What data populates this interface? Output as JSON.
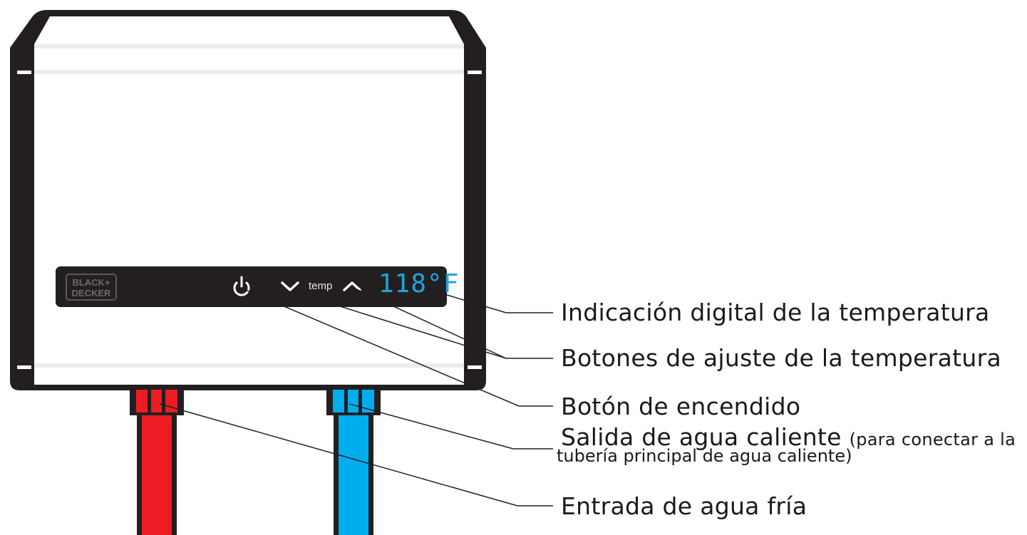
{
  "device": {
    "brand_line1": "BLACK+",
    "brand_line2": "DECKER",
    "temp_label": "temp",
    "display_reading": "118°F",
    "display_color": "#1fa3df",
    "hot_pipe_color": "#ed1c24",
    "cold_pipe_color": "#00aeef",
    "panel_color": "#231f20"
  },
  "callouts": {
    "display": "Indicación digital de la temperatura",
    "temp_buttons": "Botones de ajuste de la temperatura",
    "power_button": "Botón de encendido",
    "hot_outlet_main": "Salida de agua caliente",
    "hot_outlet_note_1": "(para conectar a la",
    "hot_outlet_note_2": "tubería principal de agua caliente)",
    "cold_inlet": "Entrada de agua fría"
  },
  "icons": {
    "power": "power-icon",
    "down": "chevron-down-icon",
    "up": "chevron-up-icon"
  }
}
